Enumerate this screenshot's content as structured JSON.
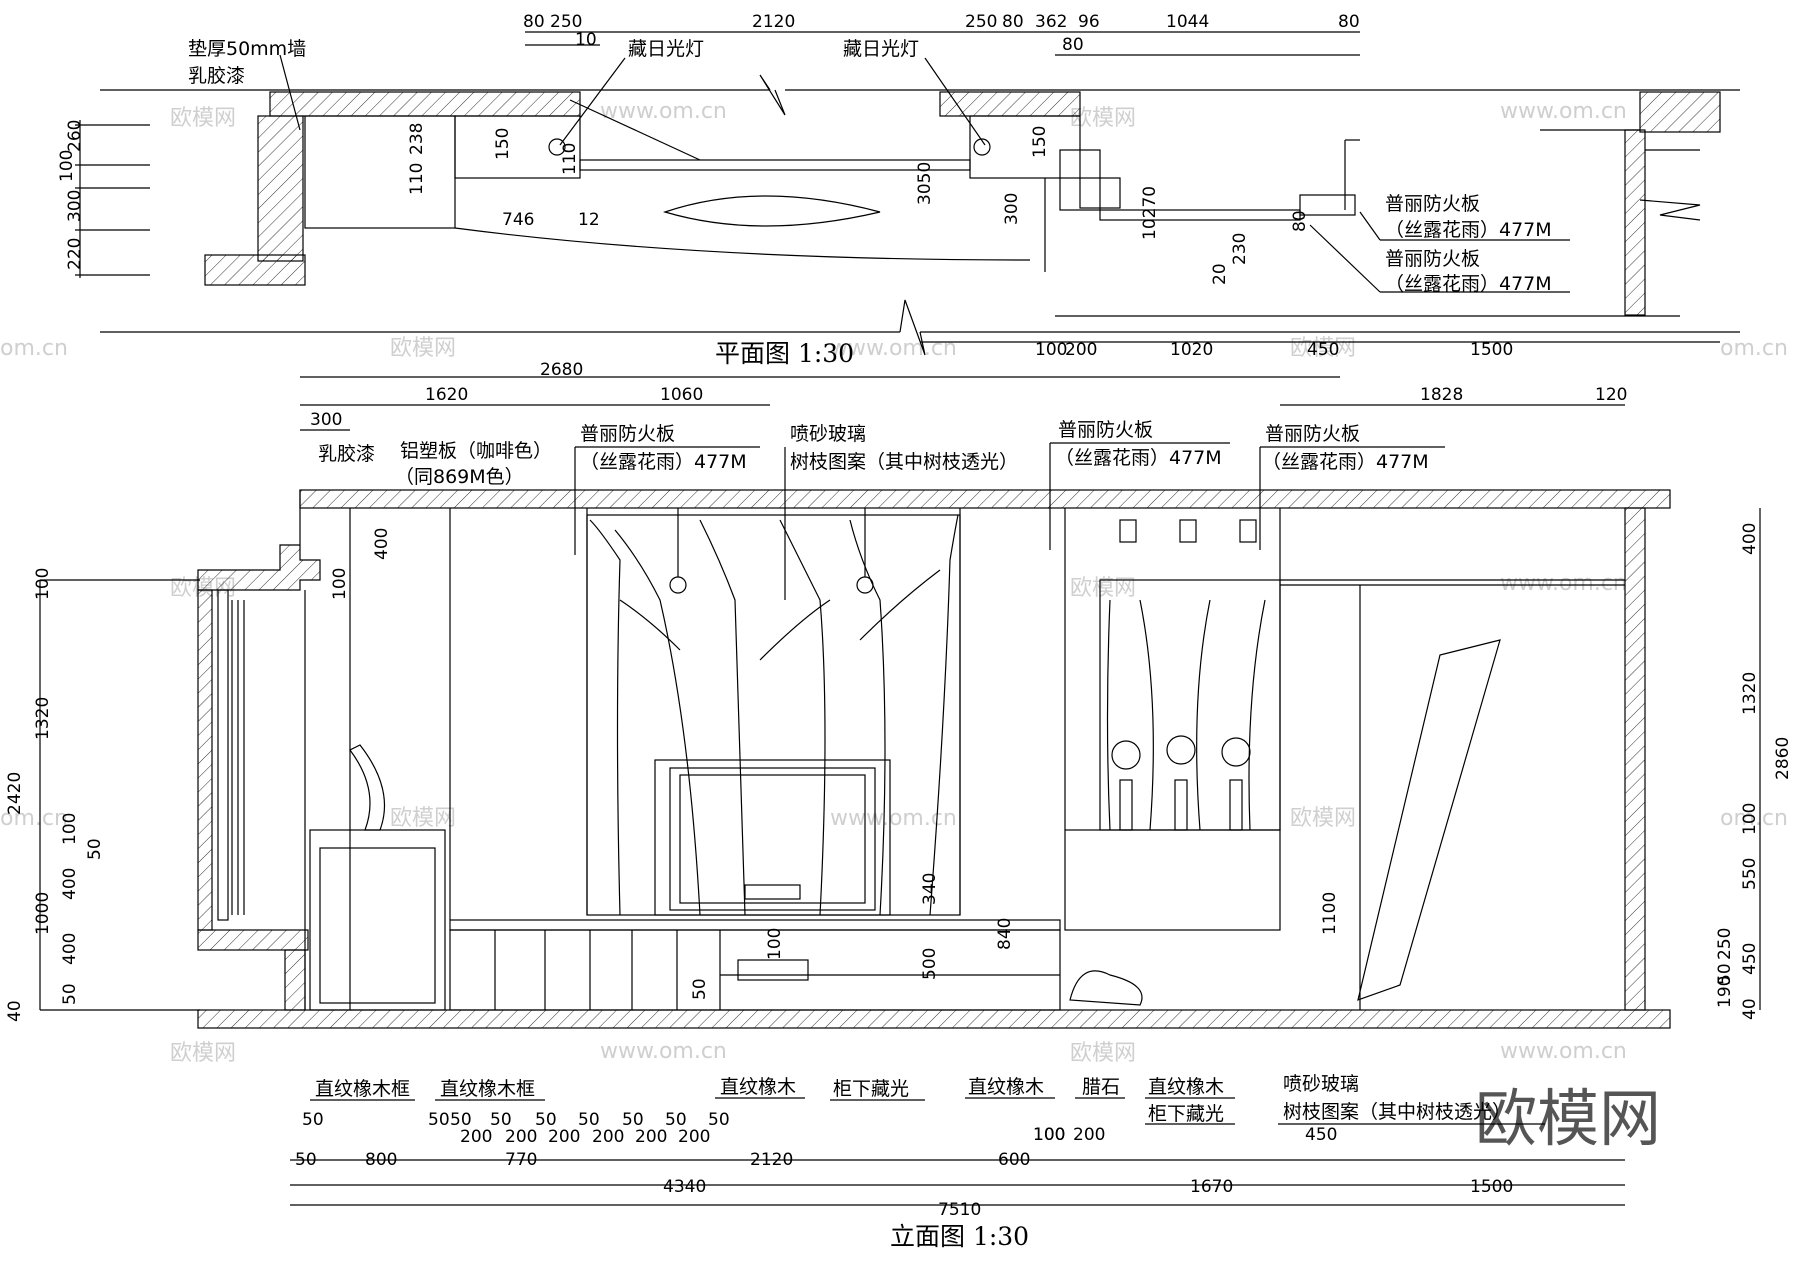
{
  "plan": {
    "title": "平面图  1:30",
    "top_dims": [
      "80",
      "250",
      "2120",
      "250",
      "80",
      "362",
      "96",
      "1044",
      "80"
    ],
    "upper_dims": [
      "10",
      "80"
    ],
    "left_dims": [
      "260",
      "100",
      "300",
      "220"
    ],
    "inner_dims": [
      "238",
      "110",
      "150",
      "110",
      "746",
      "12",
      "3050",
      "150",
      "300",
      "10270",
      "230",
      "20",
      "80"
    ],
    "bottom_dims": [
      "100",
      "200",
      "1020",
      "450",
      "1500"
    ],
    "labels": {
      "wall": "垫厚50mm墙",
      "paint": "乳胶漆",
      "light1": "藏日光灯",
      "light2": "藏日光灯",
      "board1a": "普丽防火板",
      "board1b": "（丝露花雨）477M",
      "board2a": "普丽防火板",
      "board2b": "（丝露花雨）477M"
    }
  },
  "elevation": {
    "title": "立面图  1:30",
    "top_dims": [
      "2680",
      "1620",
      "1060",
      "300",
      "1828",
      "120"
    ],
    "left_dims": [
      "2420",
      "100",
      "1320",
      "100",
      "50",
      "400",
      "1000",
      "400",
      "50",
      "40"
    ],
    "right_dims": [
      "2860",
      "400",
      "1320",
      "100",
      "550",
      "450",
      "250",
      "50",
      "190",
      "40"
    ],
    "inner_dims": [
      "400",
      "100",
      "340",
      "840",
      "500",
      "1100",
      "50",
      "100",
      "100"
    ],
    "bottom_dims_row1": [
      "50",
      "50",
      "50",
      "50",
      "50",
      "50",
      "50",
      "50",
      "50"
    ],
    "bottom_dims_row2": [
      "200",
      "200",
      "200",
      "200",
      "200",
      "200"
    ],
    "bottom_dims_row3": [
      "50",
      "800",
      "770",
      "2120",
      "600",
      "100",
      "200",
      "450"
    ],
    "bottom_dims_row4": [
      "4340",
      "1670",
      "1500"
    ],
    "total_dim": "7510",
    "labels": {
      "paint": "乳胶漆",
      "alu1": "铝塑板（咖啡色）",
      "alu2": "（同869M色）",
      "boardA1": "普丽防火板",
      "boardA2": "（丝露花雨）477M",
      "glass1": "喷砂玻璃",
      "glass2": "树枝图案（其中树枝透光）",
      "boardB1": "普丽防火板",
      "boardB2": "（丝露花雨）477M",
      "boardC1": "普丽防火板",
      "boardC2": "（丝露花雨）477M",
      "oak1": "直纹橡木框",
      "oak2": "直纹橡木框",
      "oak3": "直纹橡木",
      "underlight1": "柜下藏光",
      "oak4": "直纹橡木",
      "stone": "腊石",
      "oak5": "直纹橡木",
      "underlight2": "柜下藏光",
      "glass3": "喷砂玻璃",
      "glass4": "树枝图案（其中树枝透光）"
    }
  },
  "watermark": {
    "brand": "欧模网",
    "site": "www.om.cn",
    "site2": "om.cn"
  }
}
